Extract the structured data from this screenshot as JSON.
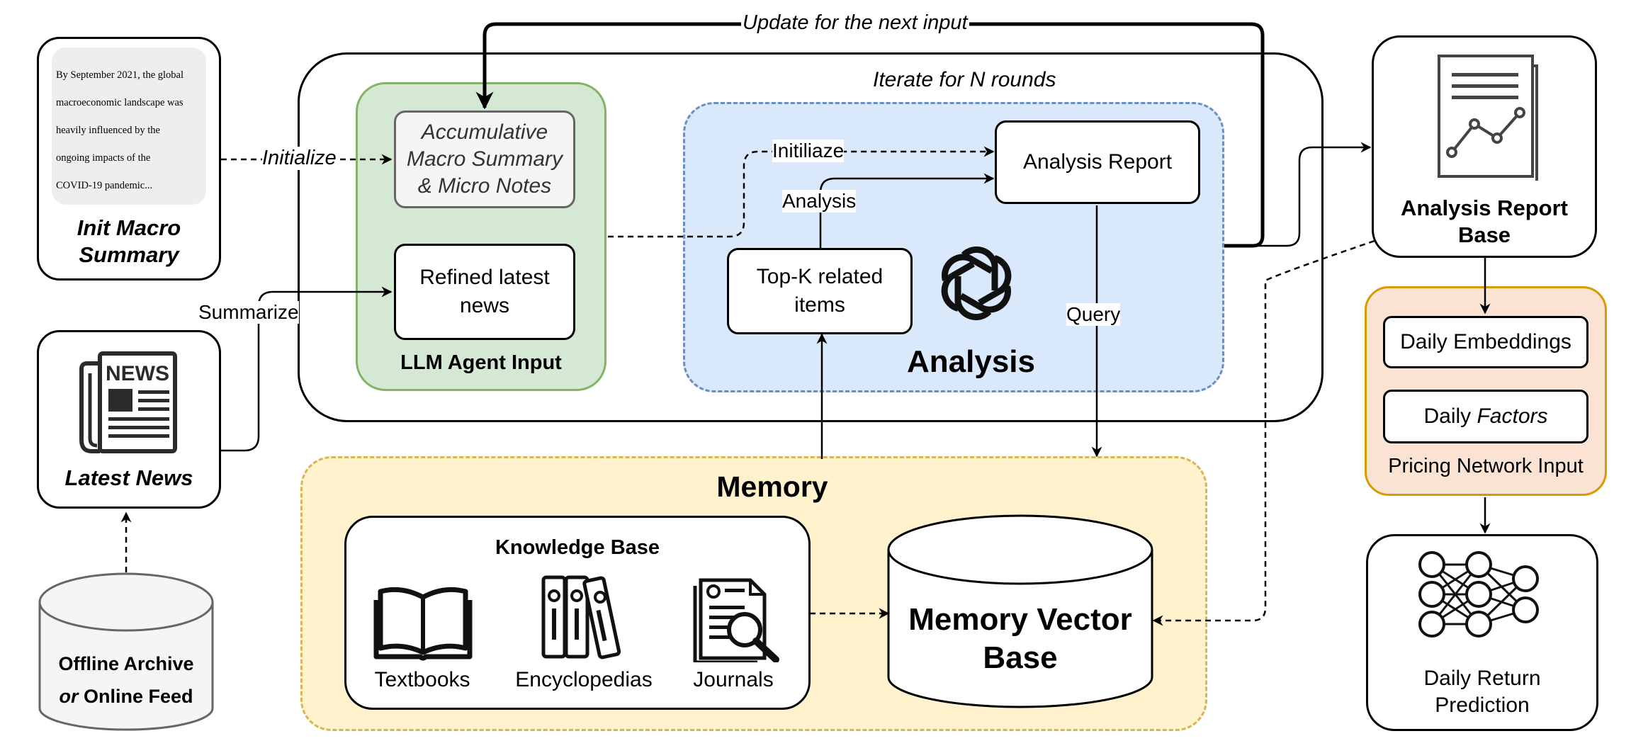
{
  "colors": {
    "llm_green_fill": "#d5e8d4",
    "llm_green_border": "#82b366",
    "analysis_blue_fill": "#dae8fc",
    "analysis_blue_border": "#6c8ebf",
    "memory_yellow_fill": "#fff2cc",
    "memory_yellow_border": "#d6b656",
    "pricing_orange_fill": "#fbe3d3",
    "pricing_orange_border": "#d79b00",
    "gray_fill": "#f5f5f5",
    "db_gray_border": "#666666"
  },
  "labels": {
    "update_next_input": "Update for the next input",
    "iterate_rounds": "Iterate for N rounds",
    "initialize_left": "Initialize",
    "initialize_inner": "Initiliaze",
    "analysis_edge": "Analysis",
    "summarize": "Summarize",
    "query": "Query"
  },
  "init_macro": {
    "excerpt_lines": [
      "By September 2021, the global",
      "macroeconomic landscape was",
      "heavily influenced by the",
      "ongoing impacts of the",
      "COVID-19 pandemic..."
    ],
    "title_line1": "Init Macro",
    "title_line2": "Summary"
  },
  "latest_news": {
    "icon_text": "NEWS",
    "title": "Latest News"
  },
  "archive": {
    "line1": "Offline Archive",
    "line2_italic": "or",
    "line2_rest": " Online Feed"
  },
  "llm_agent": {
    "title": "LLM Agent Input",
    "accum_line1": "Accumulative",
    "accum_line2": "Macro Summary",
    "accum_line3": "& Micro Notes",
    "refined_line1": "Refined latest",
    "refined_line2": "news"
  },
  "analysis": {
    "title": "Analysis",
    "report": "Analysis Report",
    "topk_line1": "Top-K related",
    "topk_line2": "items"
  },
  "memory": {
    "title": "Memory",
    "kb_title": "Knowledge Base",
    "items": [
      "Textbooks",
      "Encyclopedias",
      "Journals"
    ],
    "vector_line1": "Memory Vector",
    "vector_line2": "Base"
  },
  "report_base": {
    "title_line1": "Analysis Report",
    "title_line2": "Base"
  },
  "pricing": {
    "title": "Pricing Network Input",
    "embeddings": "Daily Embeddings",
    "factors_prefix": "Daily ",
    "factors_italic": "Factors"
  },
  "prediction": {
    "line1": "Daily Return",
    "line2": "Prediction"
  }
}
